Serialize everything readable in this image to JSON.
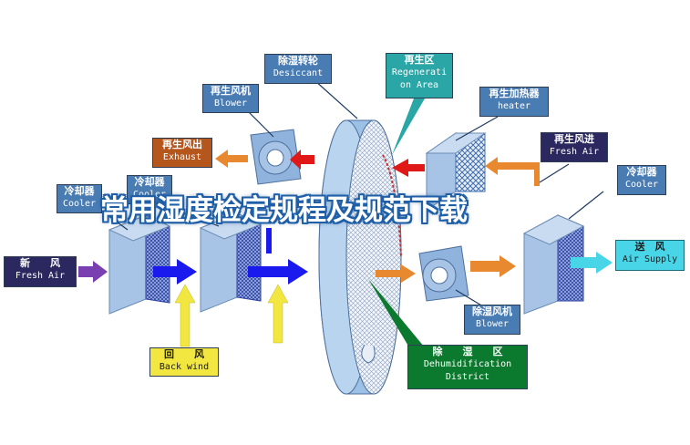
{
  "title": "常用湿度检定规程及规范下载",
  "labels": {
    "desiccant": {
      "zh": "除湿转轮",
      "en": "Desiccant"
    },
    "regen_area": {
      "zh": "再生区",
      "en": "Regenerati",
      "en2": "on Area"
    },
    "regen_blower": {
      "zh": "再生风机",
      "en": "Blower"
    },
    "regen_heater": {
      "zh": "再生加热器",
      "en": "heater"
    },
    "regen_exhaust": {
      "zh": "再生风出",
      "en": "Exhaust"
    },
    "regen_air_in": {
      "zh": "再生风进",
      "en": "Fresh Air"
    },
    "cooler_left": {
      "zh": "冷却器",
      "en": "Cooler"
    },
    "cooler_mid": {
      "zh": "冷却器",
      "en": "Cooler"
    },
    "cooler_right": {
      "zh": "冷却器",
      "en": "Cooler"
    },
    "fresh_air": {
      "zh": "新　　风",
      "en": "Fresh Air"
    },
    "air_supply": {
      "zh": "送　风",
      "en": "Air Supply"
    },
    "back_wind": {
      "zh": "回　　风",
      "en": "Back wind"
    },
    "dehum_blower": {
      "zh": "除湿风机",
      "en": "Blower"
    },
    "dehum_district": {
      "zh": "除　　湿　　区",
      "en": "Dehumidification",
      "en2": "District"
    }
  },
  "colors": {
    "label_blue": "#4a7cb4",
    "label_navy": "#2b2860",
    "label_brown": "#b5561d",
    "label_green": "#0c7a2e",
    "label_yellow": "#f2e640",
    "label_cyan": "#49d5e8",
    "arrow_blue": "#1a1aee",
    "arrow_red": "#e01818",
    "arrow_orange": "#e8892f",
    "arrow_purple": "#7a3fb0",
    "equipment_blue": "#a7c4e6"
  }
}
